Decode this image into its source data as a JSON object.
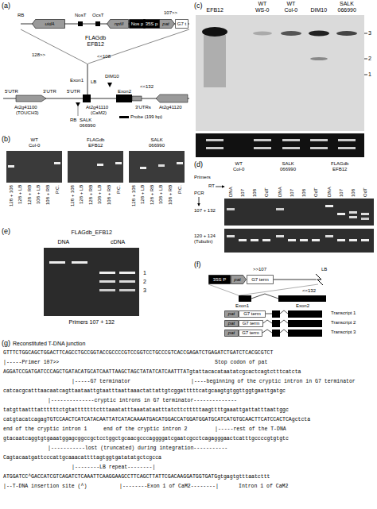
{
  "diagram": {
    "nodes": [
      {
        "text": [
          "uidA"
        ]
      },
      {
        "text": [
          "nptII"
        ]
      },
      {
        "text": [
          "Nos p"
        ]
      },
      {
        "text": [
          "35S p"
        ]
      },
      {
        "text": [
          "pat"
        ]
      },
      {
        "text": [
          "G7 t"
        ]
      },
      {
        "text": [
          "35S P"
        ]
      },
      {
        "text": [
          "pat"
        ]
      },
      {
        "text": [
          "G7 term"
        ]
      },
      {
        "text": [
          "pat"
        ]
      },
      {
        "text": [
          "G7 term"
        ]
      },
      {
        "text": [
          "pat"
        ]
      },
      {
        "text": [
          "G7 term"
        ]
      },
      {
        "text": [
          "pat"
        ]
      },
      {
        "text": [
          "G7 term"
        ]
      }
    ],
    "labels": [
      "(a)",
      "RB",
      "NosT",
      "OcsT",
      "107>>",
      "FLAGdb",
      "EFB12",
      "128>>",
      "<<108",
      "Exon1",
      "DIM10",
      "<<132",
      "LB",
      "5'UTR",
      "3'UTR",
      "5'UTR",
      "Exon2",
      "At2g41100",
      "(TOUCH3)",
      "At2g41110",
      "(CaM2)",
      "At2g41120",
      "3'UTRs",
      "RB",
      "SALK",
      "066990",
      "Probe (199 bp)",
      "(b)",
      "WT",
      "Col-0",
      "FLAGdb",
      "EFB12",
      "SALK",
      "066990",
      "128 + 108",
      "128 + LB",
      "128 + RB",
      "108 + LB",
      "108 + RB",
      "P.C.",
      "128 + 108",
      "128 + LB",
      "128 + RB",
      "108 + LB",
      "108 + RB",
      "P.C.",
      "128 + 108",
      "128 + LB",
      "128 + RB",
      "108 + LB",
      "108 + RB",
      "P.C.",
      "(e)",
      "FLAGdb_EFB12",
      "DNA",
      "cDNA",
      "1",
      "2",
      "3",
      "Primers 107 + 132",
      "(c)",
      "EFB12",
      "WT",
      "WS-0",
      "WT",
      "Col-0",
      "DIM10",
      "SALK",
      "066990",
      "3",
      "2",
      "1",
      "(d)",
      "WT",
      "Col-0",
      "SALK",
      "066990",
      "FLAGdb",
      "EFB12",
      "Primers",
      "RT",
      "PCR",
      "DNA",
      "107",
      "108",
      "OdT",
      "DNA",
      "107",
      "108",
      "OdT",
      "DNA",
      "107",
      "108",
      "OdT",
      "107 + 132",
      "120 + 124",
      "(Tubulin)",
      "(f)",
      ">>107",
      "LB",
      "<<132",
      "Exon1",
      "Exon2",
      "Transcript 1",
      "Transcript 2",
      "Transcript 3",
      "(g)",
      "Reconstituted T-DNA junction",
      "GTTTCTGGCAGCTGGACTTCAGCCTGCCGGTACCGCCCCGTCCGGTCCTGCCCGTCACCGAGATCTGAGATCTGATCTCACGCGTCT",
      "|-----Primer 107>>",
      "Stop codon of pat",
      "AGGATCCGATGATCCCAGCTGATACATGCATCAATTAAGCTAGCTATATCATCAATTTATgtattacacataatatcgcactcagtctttcatcta",
      "|-----G7 terminator",
      "|----beginning of the cryptic intron in G7 terminator",
      "catcacgcatttaacaatcagttaataattgtaatttaattaaactattattgtcggatttttcatgcaagtgtggttggtgaattgatgc",
      "|--------------cryptic introns in G7 terminator--------------",
      "tatgttaatttattttttctgtatttttttctttaaatatttaaatataatttatcttctttttaagttttgaaattgattatttaattggc",
      "catgtacatcagagTGTCCAACTCATCATACAATTATCATACAAAATGACATGGACCATGGATGGATGCATCATGTGCAACTTCATCCACTCAgctcta",
      "end of the cryptic intron 1",
      "end of the cryptic intron 2",
      "|-----rest of the T-DNA",
      "gtacaatcaggtgtgaaatggagcggccgctcctggctgcaacgcccaggggatcgaatcgcctcagagggaactcatttgccccgtgtgtc",
      "|-----------lost (truncated) during integration-----------",
      "Cagtacaatgattcccattgcaaacattttagtggtgatatatgctcgcca",
      "|--------LB repeat--------|",
      "ATGGATCC^GACCATCGTCAGATCTCAAATTCAAGGAAGCCTTCAGCTTATTCGACAAGGATGGTGATGgtgagtgtttaatcttt",
      "|--T-DNA insertion site (^)",
      "|--------Exon 1 of CaM2--------|",
      "Intron 1 of CaM2"
    ]
  }
}
